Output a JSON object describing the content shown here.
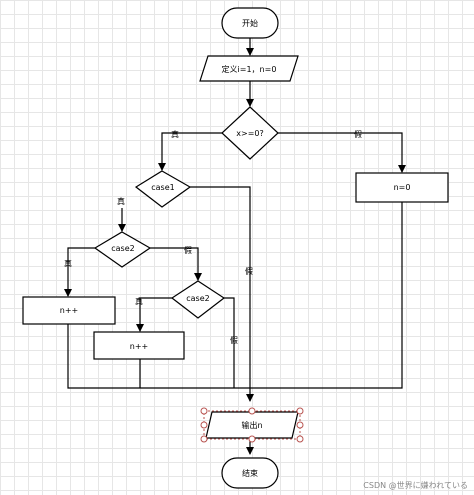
{
  "nodes": {
    "start": "开始",
    "init": "定义i=1，n=0",
    "cond_x": "x>=0?",
    "set_n0": "n=0",
    "case1": "case1",
    "case2a": "case2",
    "inc1": "n++",
    "case2b": "case2",
    "inc2": "n++",
    "output": "输出n",
    "end": "结束"
  },
  "edge_labels": {
    "x_true": "真",
    "x_false": "假",
    "case1_true": "真",
    "case1_false": "假",
    "case2a_true": "真",
    "case2a_false": "假",
    "case2b_true": "真",
    "case2b_false": "假"
  },
  "watermark": "CSDN @世界に嫌われている"
}
